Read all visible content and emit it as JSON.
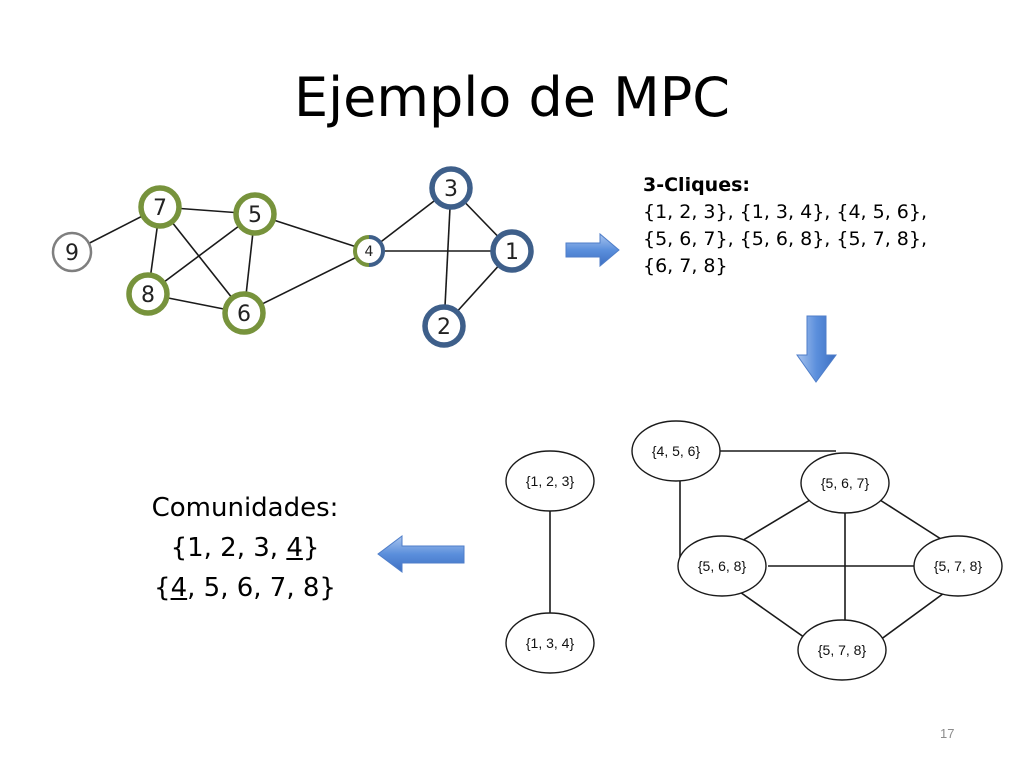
{
  "slide": {
    "title": "Ejemplo de MPC",
    "page_number": "17"
  },
  "cliques": {
    "heading": "3-Cliques:",
    "lines": [
      "{1, 2, 3}, {1, 3, 4}, {4, 5, 6},",
      "{5, 6, 7}, {5, 6, 8}, {5, 7, 8},",
      "{6, 7, 8}"
    ]
  },
  "communities": {
    "heading": "Comunidades:",
    "line1": {
      "before": "{1, 2, 3, ",
      "underlined": "4",
      "after": "}"
    },
    "line2": {
      "before": "{",
      "underlined": "4",
      "after": ", 5, 6, 7, 8}"
    }
  },
  "graph": {
    "colors": {
      "green": "#77933c",
      "blue": "#3e5f8a",
      "gray": "#7f7f7f"
    },
    "nodes": [
      {
        "id": "9",
        "label": "9",
        "group": "gray"
      },
      {
        "id": "7",
        "label": "7",
        "group": "green"
      },
      {
        "id": "5",
        "label": "5",
        "group": "green"
      },
      {
        "id": "8",
        "label": "8",
        "group": "green"
      },
      {
        "id": "6",
        "label": "6",
        "group": "green"
      },
      {
        "id": "4",
        "label": "4",
        "group": "split"
      },
      {
        "id": "3",
        "label": "3",
        "group": "blue"
      },
      {
        "id": "1",
        "label": "1",
        "group": "blue"
      },
      {
        "id": "2",
        "label": "2",
        "group": "blue"
      }
    ],
    "edges": [
      [
        "9",
        "7"
      ],
      [
        "7",
        "5"
      ],
      [
        "7",
        "8"
      ],
      [
        "7",
        "6"
      ],
      [
        "5",
        "8"
      ],
      [
        "5",
        "6"
      ],
      [
        "8",
        "6"
      ],
      [
        "5",
        "4"
      ],
      [
        "6",
        "4"
      ],
      [
        "4",
        "3"
      ],
      [
        "4",
        "1"
      ],
      [
        "3",
        "1"
      ],
      [
        "3",
        "2"
      ],
      [
        "1",
        "2"
      ]
    ]
  },
  "clique_graph": {
    "nodes": [
      {
        "id": "c123",
        "label": "{1, 2, 3}"
      },
      {
        "id": "c134",
        "label": "{1, 3, 4}"
      },
      {
        "id": "c456",
        "label": "{4, 5, 6}"
      },
      {
        "id": "c567",
        "label": "{5, 6, 7}"
      },
      {
        "id": "c568",
        "label": "{5, 6, 8}"
      },
      {
        "id": "c578",
        "label": "{5, 7, 8}"
      },
      {
        "id": "c678",
        "label": "{5, 7, 8}"
      }
    ],
    "edges": [
      [
        "c123",
        "c134"
      ],
      [
        "c456",
        "c567"
      ],
      [
        "c456",
        "c568"
      ],
      [
        "c567",
        "c568"
      ],
      [
        "c567",
        "c578"
      ],
      [
        "c567",
        "c678"
      ],
      [
        "c568",
        "c578"
      ],
      [
        "c568",
        "c678"
      ],
      [
        "c578",
        "c678"
      ]
    ]
  },
  "arrows": [
    {
      "id": "arrow-right",
      "direction": "right"
    },
    {
      "id": "arrow-down",
      "direction": "down"
    },
    {
      "id": "arrow-left",
      "direction": "left"
    }
  ]
}
